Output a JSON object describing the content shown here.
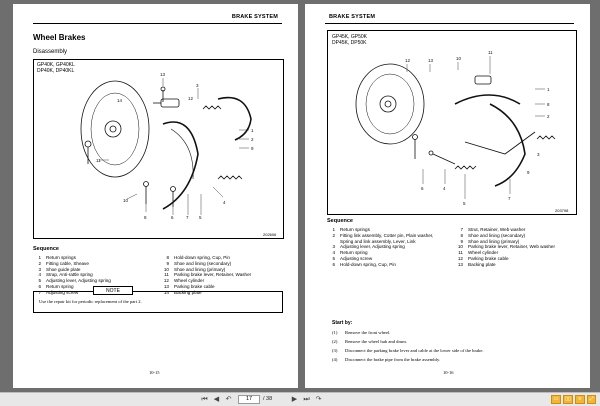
{
  "left_page": {
    "header": "BRAKE SYSTEM",
    "title": "Wheel Brakes",
    "subtitle": "Disassembly",
    "models": [
      "GP40K, GP40KL",
      "DP40K, DP40KL"
    ],
    "figure_code": "202606",
    "callouts": [
      "1",
      "2",
      "3",
      "4",
      "5",
      "6",
      "7",
      "8",
      "9",
      "10",
      "11",
      "12",
      "13",
      "14"
    ],
    "sequence_title": "Sequence",
    "sequence": [
      {
        "n": "1",
        "text": "Return springs"
      },
      {
        "n": "2",
        "text": "Fitting cable, Sheave"
      },
      {
        "n": "3",
        "text": "Shoe guide plate"
      },
      {
        "n": "4",
        "text": "Strap, Anti-rattle spring"
      },
      {
        "n": "5",
        "text": "Adjusting lever, Adjusting spring"
      },
      {
        "n": "6",
        "text": "Return spring"
      },
      {
        "n": "7",
        "text": "Adjusting screw"
      },
      {
        "n": "8",
        "text": "Hold-down spring, Cup, Pin"
      },
      {
        "n": "9",
        "text": "Shoe and lining (secondary)"
      },
      {
        "n": "10",
        "text": "Shoe and lining (primary)"
      },
      {
        "n": "11",
        "text": "Parking brake lever, Retainer, Washer"
      },
      {
        "n": "12",
        "text": "Wheel cylinder"
      },
      {
        "n": "13",
        "text": "Parking brake cable"
      },
      {
        "n": "14",
        "text": "Backing plate"
      }
    ],
    "note_label": "NOTE",
    "note_text": "Use the repair kit for periodic replacement of the part 2.",
    "footer": "10-15"
  },
  "right_page": {
    "header": "BRAKE SYSTEM",
    "models": [
      "GP45K, GP50K",
      "DP45K, DP50K"
    ],
    "figure_code": "203798",
    "callouts": [
      "1",
      "2",
      "3",
      "4",
      "5",
      "6",
      "7",
      "8",
      "9",
      "10",
      "11",
      "12",
      "13"
    ],
    "sequence_title": "Sequence",
    "sequence": [
      {
        "n": "1",
        "text": "Return springs"
      },
      {
        "n": "2",
        "text": "Fitting link assembly, Cotter pin, Plain washer,"
      },
      {
        "n": "",
        "text": "Spring and link assembly, Lever, Link"
      },
      {
        "n": "3",
        "text": "Adjusting lever, Adjusting spring"
      },
      {
        "n": "4",
        "text": "Return spring"
      },
      {
        "n": "5",
        "text": "Adjusting screw"
      },
      {
        "n": "6",
        "text": "Hold-down spring, Cup, Pin"
      },
      {
        "n": "7",
        "text": "Strut, Retainer, Web washer"
      },
      {
        "n": "8",
        "text": "Shoe and lining (secondary)"
      },
      {
        "n": "9",
        "text": "Shoe and lining (primary)"
      },
      {
        "n": "10",
        "text": "Parking brake lever, Retainer, Web washer"
      },
      {
        "n": "11",
        "text": "Wheel cylinder"
      },
      {
        "n": "12",
        "text": "Parking brake cable"
      },
      {
        "n": "13",
        "text": "Backing plate"
      }
    ],
    "start_by_label": "Start by:",
    "start_by": [
      {
        "k": "(1)",
        "text": "Remove the front wheel."
      },
      {
        "k": "(2)",
        "text": "Remove the wheel hub and drum."
      },
      {
        "k": "(3)",
        "text": "Disconnect the parking brake lever and cable at the lower side of the brake."
      },
      {
        "k": "(4)",
        "text": "Disconnect the brake pipe from the brake assembly."
      }
    ],
    "footer": "10-16"
  },
  "viewer": {
    "current_page": "17",
    "total_pages": "/ 38",
    "colors": {
      "background": "#6e6e6e",
      "toolbar": "#e8e8e8",
      "accent": "#f2b632"
    }
  }
}
